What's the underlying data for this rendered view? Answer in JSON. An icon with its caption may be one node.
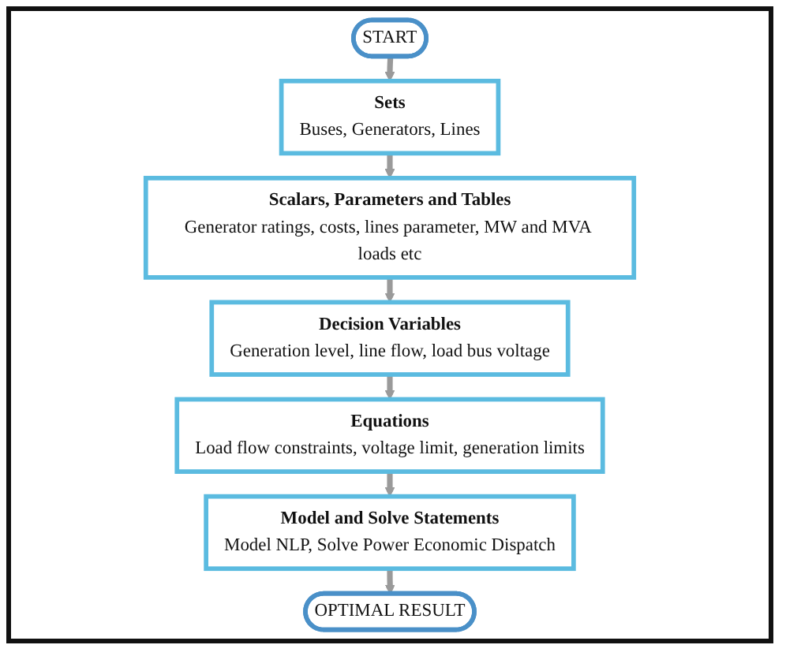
{
  "diagram": {
    "nodes": [
      {
        "text": [
          "START"
        ]
      },
      {
        "text": [
          "Sets",
          "Buses, Generators, Lines"
        ]
      },
      {
        "text": [
          "Scalars, Parameters and Tables",
          "Generator ratings, costs, lines parameter, MW and MVA loads etc"
        ]
      },
      {
        "text": [
          "Decision Variables",
          "Generation level, line flow, load bus voltage"
        ]
      },
      {
        "text": [
          "Equations",
          "Load flow constraints, voltage limit, generation limits"
        ]
      },
      {
        "text": [
          "Model and Solve Statements",
          "Model NLP, Solve Power Economic Dispatch"
        ]
      },
      {
        "text": [
          "OPTIMAL RESULT"
        ]
      }
    ],
    "edges": [
      {
        "from": 0,
        "to": 1,
        "arrow": "to"
      },
      {
        "from": 1,
        "to": 2,
        "arrow": "to"
      },
      {
        "from": 2,
        "to": 3,
        "arrow": "to"
      },
      {
        "from": 3,
        "to": 4,
        "arrow": "to"
      },
      {
        "from": 4,
        "to": 5,
        "arrow": "to"
      },
      {
        "from": 5,
        "to": 6,
        "arrow": "to"
      }
    ]
  }
}
